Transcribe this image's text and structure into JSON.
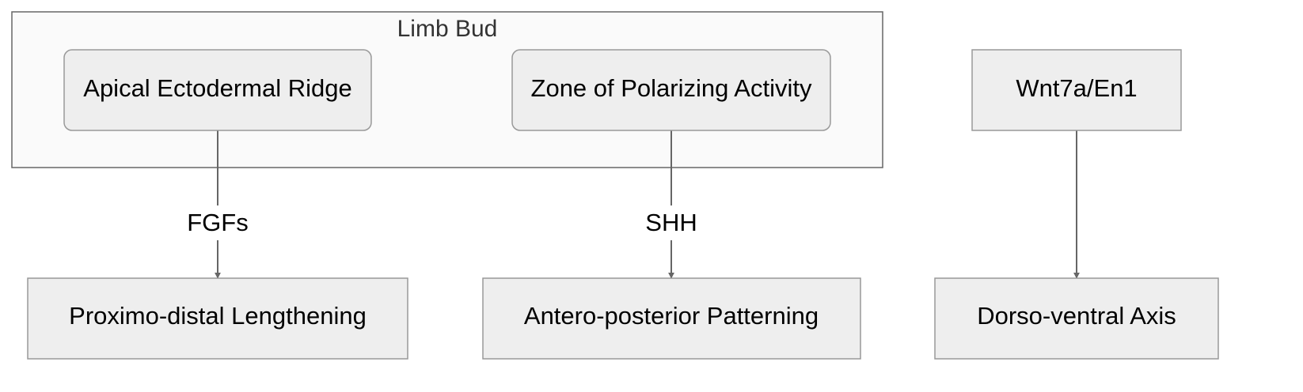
{
  "cluster": {
    "label": "Limb Bud"
  },
  "nodes": {
    "aer": "Apical Ectodermal Ridge",
    "zpa": "Zone of Polarizing Activity",
    "wnt": "Wnt7a/En1",
    "pd": "Proximo-distal Lengthening",
    "ap": "Antero-posterior Patterning",
    "dv": "Dorso-ventral Axis"
  },
  "edges": {
    "aer_to_pd": "FGFs",
    "zpa_to_ap": "SHH",
    "wnt_to_dv": ""
  },
  "colors": {
    "node_fill": "#eeeeee",
    "node_stroke": "#999999",
    "cluster_fill": "#fafafa",
    "cluster_stroke": "#666666",
    "edge": "#666666"
  }
}
